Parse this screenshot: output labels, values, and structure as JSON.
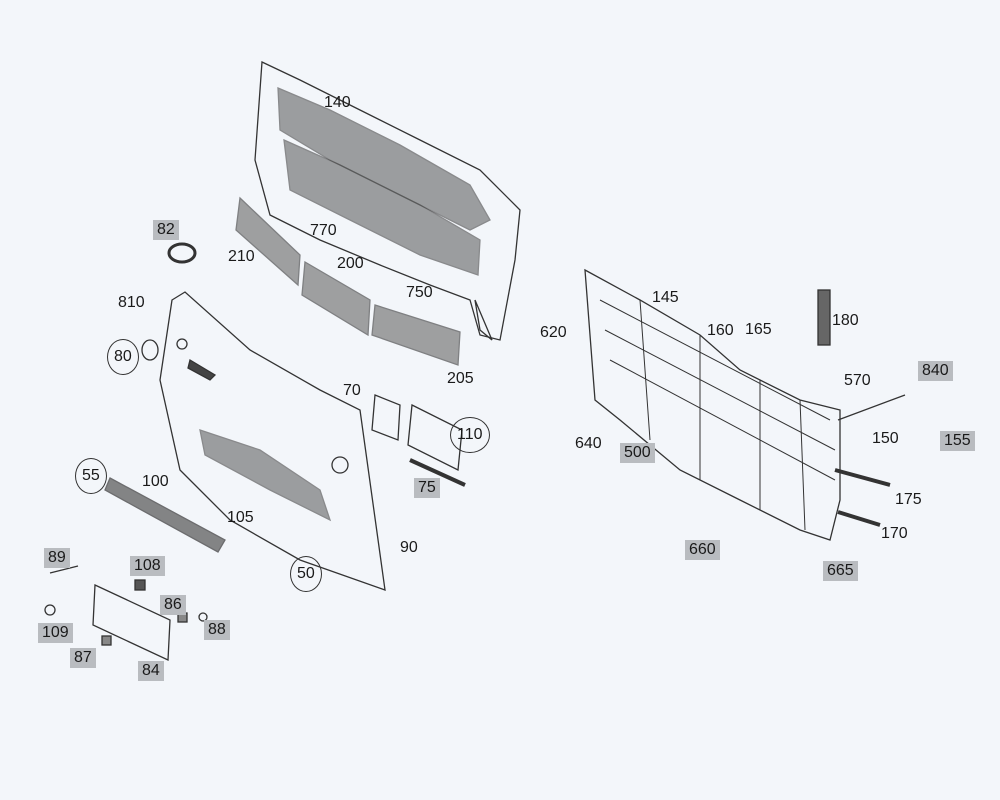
{
  "diagram": {
    "highlight_color": "#b9bcc0",
    "labels": [
      {
        "text": "140",
        "style": "plain"
      },
      {
        "text": "770",
        "style": "plain"
      },
      {
        "text": "210",
        "style": "plain"
      },
      {
        "text": "200",
        "style": "plain"
      },
      {
        "text": "750",
        "style": "plain"
      },
      {
        "text": "205",
        "style": "plain"
      },
      {
        "text": "82",
        "style": "highlighted"
      },
      {
        "text": "810",
        "style": "plain"
      },
      {
        "text": "80",
        "style": "circled"
      },
      {
        "text": "70",
        "style": "plain"
      },
      {
        "text": "110",
        "style": "circled"
      },
      {
        "text": "75",
        "style": "highlighted"
      },
      {
        "text": "55",
        "style": "circled"
      },
      {
        "text": "100",
        "style": "plain"
      },
      {
        "text": "105",
        "style": "plain"
      },
      {
        "text": "90",
        "style": "plain"
      },
      {
        "text": "50",
        "style": "circled"
      },
      {
        "text": "89",
        "style": "highlighted"
      },
      {
        "text": "108",
        "style": "highlighted"
      },
      {
        "text": "86",
        "style": "highlighted"
      },
      {
        "text": "88",
        "style": "highlighted"
      },
      {
        "text": "109",
        "style": "highlighted"
      },
      {
        "text": "87",
        "style": "highlighted"
      },
      {
        "text": "84",
        "style": "highlighted"
      },
      {
        "text": "145",
        "style": "plain"
      },
      {
        "text": "620",
        "style": "plain"
      },
      {
        "text": "160",
        "style": "plain"
      },
      {
        "text": "165",
        "style": "plain"
      },
      {
        "text": "180",
        "style": "plain"
      },
      {
        "text": "840",
        "style": "highlighted"
      },
      {
        "text": "570",
        "style": "plain"
      },
      {
        "text": "640",
        "style": "plain"
      },
      {
        "text": "500",
        "style": "highlighted"
      },
      {
        "text": "150",
        "style": "plain"
      },
      {
        "text": "155",
        "style": "highlighted"
      },
      {
        "text": "175",
        "style": "plain"
      },
      {
        "text": "170",
        "style": "plain"
      },
      {
        "text": "660",
        "style": "highlighted"
      },
      {
        "text": "665",
        "style": "highlighted"
      }
    ]
  }
}
